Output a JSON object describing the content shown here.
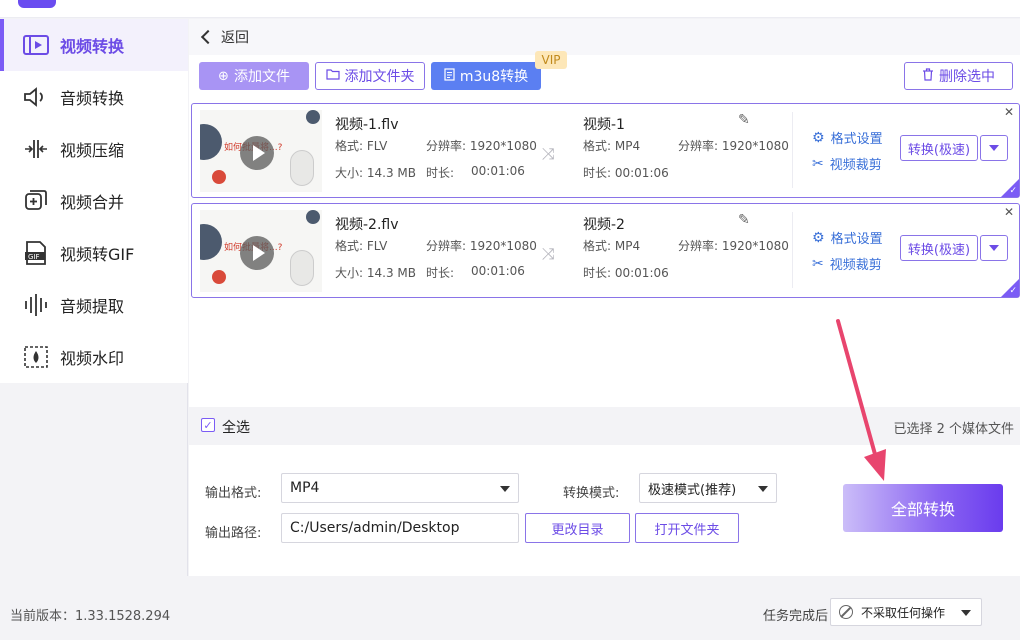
{
  "sidebar": {
    "items": [
      {
        "label": "视频转换",
        "icon": "video-convert-icon",
        "active": true
      },
      {
        "label": "音频转换",
        "icon": "audio-convert-icon",
        "active": false
      },
      {
        "label": "视频压缩",
        "icon": "video-compress-icon",
        "active": false
      },
      {
        "label": "视频合并",
        "icon": "video-merge-icon",
        "active": false
      },
      {
        "label": "视频转GIF",
        "icon": "gif-icon",
        "active": false
      },
      {
        "label": "音频提取",
        "icon": "audio-extract-icon",
        "active": false
      },
      {
        "label": "视频水印",
        "icon": "watermark-icon",
        "active": false
      }
    ]
  },
  "header": {
    "back_label": "返回"
  },
  "toolbar": {
    "add_file": "添加文件",
    "add_folder": "添加文件夹",
    "m3u8": "m3u8转换",
    "vip_badge": "VIP",
    "delete_selected": "删除选中"
  },
  "files": [
    {
      "src_name": "视频-1.flv",
      "format_label": "格式: FLV",
      "resolution_label": "分辨率: 1920*1080",
      "size_label": "大小: 14.3 MB",
      "duration_label": "时长:",
      "duration_value": "00:01:06",
      "thumb_text": "如何批量将...?",
      "out_name": "视频-1",
      "out_format_label": "格式: MP4",
      "out_resolution_label": "分辨率: 1920*1080",
      "out_duration_label": "时长: 00:01:06",
      "format_settings": "格式设置",
      "crop": "视频裁剪",
      "convert_button": "转换(极速)"
    },
    {
      "src_name": "视频-2.flv",
      "format_label": "格式: FLV",
      "resolution_label": "分辨率: 1920*1080",
      "size_label": "大小: 14.3 MB",
      "duration_label": "时长:",
      "duration_value": "00:01:06",
      "thumb_text": "如何批量将...?",
      "out_name": "视频-2",
      "out_format_label": "格式: MP4",
      "out_resolution_label": "分辨率: 1920*1080",
      "out_duration_label": "时长: 00:01:06",
      "format_settings": "格式设置",
      "crop": "视频裁剪",
      "convert_button": "转换(极速)"
    }
  ],
  "selection": {
    "select_all": "全选",
    "selected_info": "已选择 2 个媒体文件"
  },
  "output": {
    "format_label": "输出格式:",
    "format_value": "MP4",
    "mode_label": "转换模式:",
    "mode_value": "极速模式(推荐)",
    "path_label": "输出路径:",
    "path_value": "C:/Users/admin/Desktop",
    "change_dir": "更改目录",
    "open_folder": "打开文件夹",
    "convert_all": "全部转换"
  },
  "footer": {
    "version": "当前版本：1.33.1528.294",
    "after_label": "任务完成后",
    "after_value": "不采取任何操作"
  },
  "colors": {
    "accent": "#7b5cf5",
    "link": "#3a70d8",
    "arrow": "#e8456e"
  }
}
